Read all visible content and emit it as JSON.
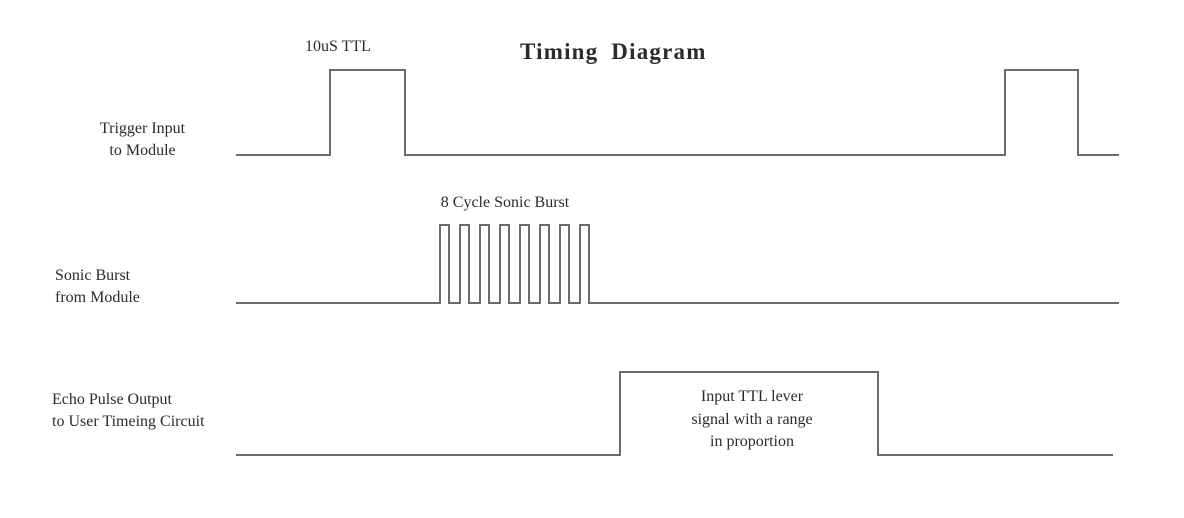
{
  "title": "Timing Diagram",
  "annotations": {
    "trigger_pulse_label": "10uS TTL",
    "burst_label": "8 Cycle Sonic Burst",
    "echo_note": "Input TTL lever\nsignal with a range\nin proportion"
  },
  "signals": [
    {
      "name": "trigger-input",
      "label": "Trigger Input\nto Module",
      "annotation": "10uS TTL"
    },
    {
      "name": "sonic-burst",
      "label": "Sonic Burst\nfrom Module",
      "annotation": "8 Cycle Sonic Burst"
    },
    {
      "name": "echo-pulse-output",
      "label": "Echo Pulse Output\nto User Timeing Circuit",
      "annotation": "Input TTL lever\nsignal with a range\nin proportion"
    }
  ],
  "style": {
    "background": "#ffffff",
    "trace_color": "#6b6b6b",
    "text_color": "#2b2b2b",
    "trace_width": 2
  },
  "chart_data": {
    "type": "line",
    "title": "Timing Diagram",
    "xlabel": "",
    "ylabel": "",
    "grid": false,
    "legend": "none",
    "description": "Three-channel digital timing waveform diagram for an ultrasonic range module.",
    "series": [
      {
        "name": "Trigger Input to Module",
        "level_low_y": 155,
        "level_high_y": 70,
        "x_start": 237,
        "x_end": 1118,
        "pulses": [
          {
            "rise_x": 330,
            "fall_x": 405,
            "label": "10uS TTL"
          },
          {
            "rise_x": 1005,
            "fall_x": 1078,
            "label": ""
          }
        ]
      },
      {
        "name": "Sonic Burst from Module",
        "level_low_y": 303,
        "level_high_y": 225,
        "x_start": 237,
        "x_end": 1118,
        "burst_cycles": 8,
        "burst_start_x": 440,
        "burst_end_x": 598,
        "burst_pulse_width": 9,
        "burst_pitch": 20,
        "label": "8 Cycle Sonic Burst"
      },
      {
        "name": "Echo Pulse Output to User Timeing Circuit",
        "level_low_y": 455,
        "level_high_y": 372,
        "x_start": 237,
        "x_end": 1112,
        "pulses": [
          {
            "rise_x": 620,
            "fall_x": 878,
            "label": "Input TTL lever signal with a range in proportion"
          }
        ]
      }
    ]
  }
}
